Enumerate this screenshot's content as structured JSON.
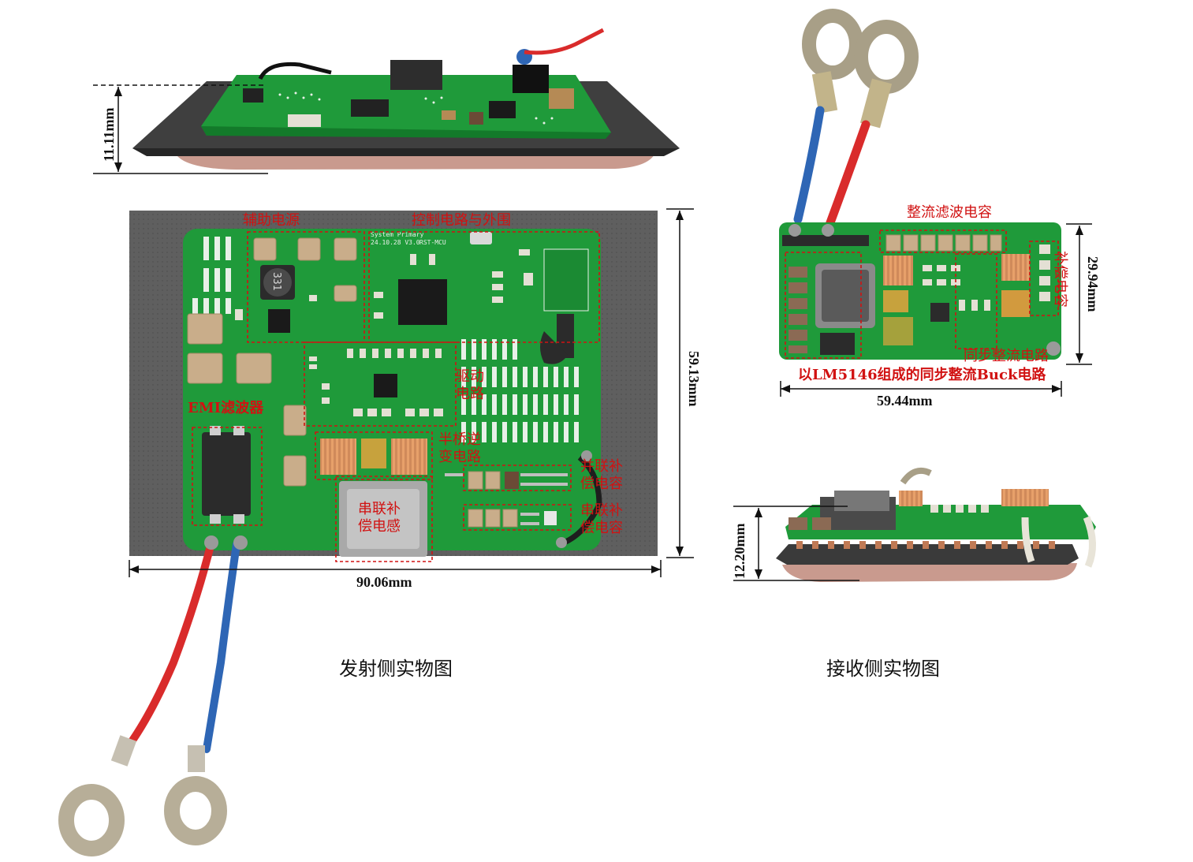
{
  "transmitter": {
    "caption": "发射侧实物图",
    "height_dim": "11.11mm",
    "width_dim": "90.06mm",
    "board_height_dim": "59.13mm",
    "labels": {
      "aux_power": "辅助电源",
      "control": "控制电路与外围",
      "drive_l1": "驱动",
      "drive_l2": "电路",
      "emi": "EMI滤波器",
      "half_bridge_l1": "半桥逆",
      "half_bridge_l2": "变电路",
      "parallel_cap_l1": "并联补",
      "parallel_cap_l2": "偿电容",
      "series_cap_l1": "串联补",
      "series_cap_l2": "偿电容",
      "series_ind_l1": "串联补",
      "series_ind_l2": "偿电感"
    },
    "silkscreen": {
      "board_name": "System Primary",
      "version": "24.10.28 V3.0",
      "mcu": "RST-MCU",
      "inductor_mark": "331"
    }
  },
  "receiver": {
    "caption": "接收侧实物图",
    "width_dim": "59.44mm",
    "board_height_dim": "29.94mm",
    "height_dim": "12.20mm",
    "labels": {
      "filter_cap": "整流滤波电容",
      "comp_cap": "补偿电容",
      "sync_rect": "同步整流电路",
      "buck": "以LM5146组成的同步整流Buck电路"
    }
  },
  "colors": {
    "pcb_green": "#1f9a3a",
    "annotation_red": "#d11212",
    "ferrite": "#6f6f6f",
    "copper_coil": "#c98c7a"
  }
}
